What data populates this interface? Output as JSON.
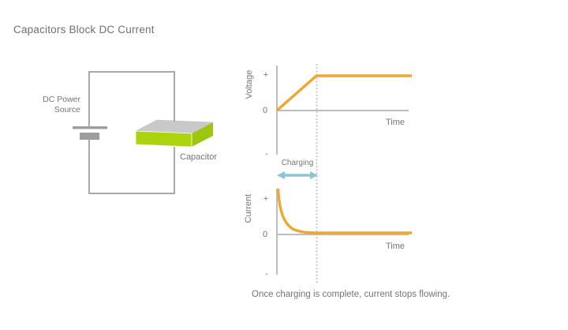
{
  "title": "Capacitors Block DC Current",
  "circuit": {
    "power_source_label_line1": "DC Power",
    "power_source_label_line2": "Source",
    "capacitor_label": "Capacitor"
  },
  "voltage_graph": {
    "y_axis_label": "Voltage",
    "x_axis_label": "Time",
    "tick_plus": "+",
    "tick_zero": "0",
    "tick_minus": "-"
  },
  "current_graph": {
    "y_axis_label": "Current",
    "x_axis_label": "Time",
    "tick_plus": "+",
    "tick_zero": "0",
    "tick_minus": "-"
  },
  "charging_label": "Charging",
  "caption": "Once charging is complete, current stops flowing.",
  "colors": {
    "curve_orange": "#f1a62f",
    "axis_gray": "#babec0",
    "wire_gray": "#a9a9a9",
    "battery_gray": "#9d9d9d",
    "dotted_gray": "#b4b9bb",
    "arrow_cyan": "#8bc7d1",
    "capacitor_front_green": "#abd40f",
    "capacitor_side_green": "#9cc70e",
    "capacitor_top_gray": "#c9c9c9",
    "text_gray": "#757575"
  },
  "chart_data": [
    {
      "type": "line",
      "title": "Voltage vs Time (capacitor charging)",
      "xlabel": "Time",
      "ylabel": "Voltage",
      "yticks": [
        "+",
        "0",
        "-"
      ],
      "xticks": [],
      "grid": false,
      "legend": "none",
      "series": [
        {
          "name": "voltage",
          "description": "rises linearly from 0 to + during charging, then stays constant at +",
          "points_norm_x_y": [
            [
              0.0,
              0.0
            ],
            [
              0.3,
              1.0
            ],
            [
              1.0,
              1.0
            ]
          ]
        }
      ],
      "annotations": [
        "dotted vertical line at end of charging (x = 0.3 of axis)"
      ]
    },
    {
      "type": "line",
      "title": "Current vs Time (capacitor charging)",
      "xlabel": "Time",
      "ylabel": "Current",
      "yticks": [
        "+",
        "0",
        "-"
      ],
      "xticks": [],
      "grid": false,
      "legend": "none",
      "series": [
        {
          "name": "current",
          "description": "starts at + and decays exponentially to 0 by the end of charging, then stays at 0",
          "points_norm_x_y": [
            [
              0.0,
              1.0
            ],
            [
              0.05,
              0.62
            ],
            [
              0.1,
              0.38
            ],
            [
              0.15,
              0.22
            ],
            [
              0.2,
              0.12
            ],
            [
              0.3,
              0.02
            ],
            [
              1.0,
              0.0
            ]
          ]
        }
      ],
      "annotations": [
        "dotted vertical line at end of charging (x = 0.3 of axis)"
      ]
    }
  ]
}
